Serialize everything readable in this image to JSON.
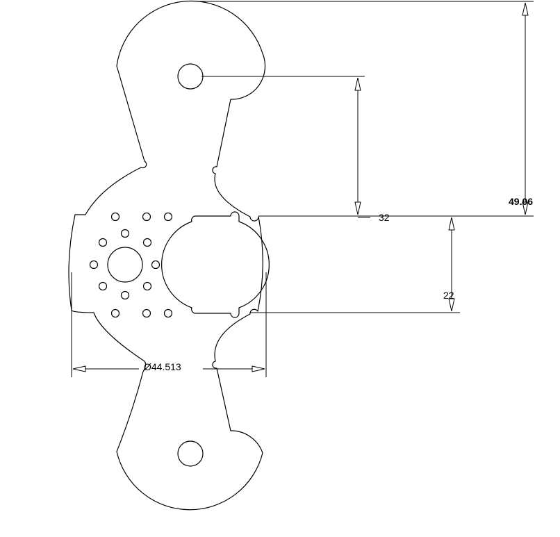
{
  "drawing": {
    "dimensions": {
      "overall_height": "49.06",
      "hole_to_edge": "32",
      "center_gap": "22",
      "diameter": "Ø44.513"
    },
    "colors": {
      "line": "#000000",
      "background": "#ffffff"
    }
  }
}
